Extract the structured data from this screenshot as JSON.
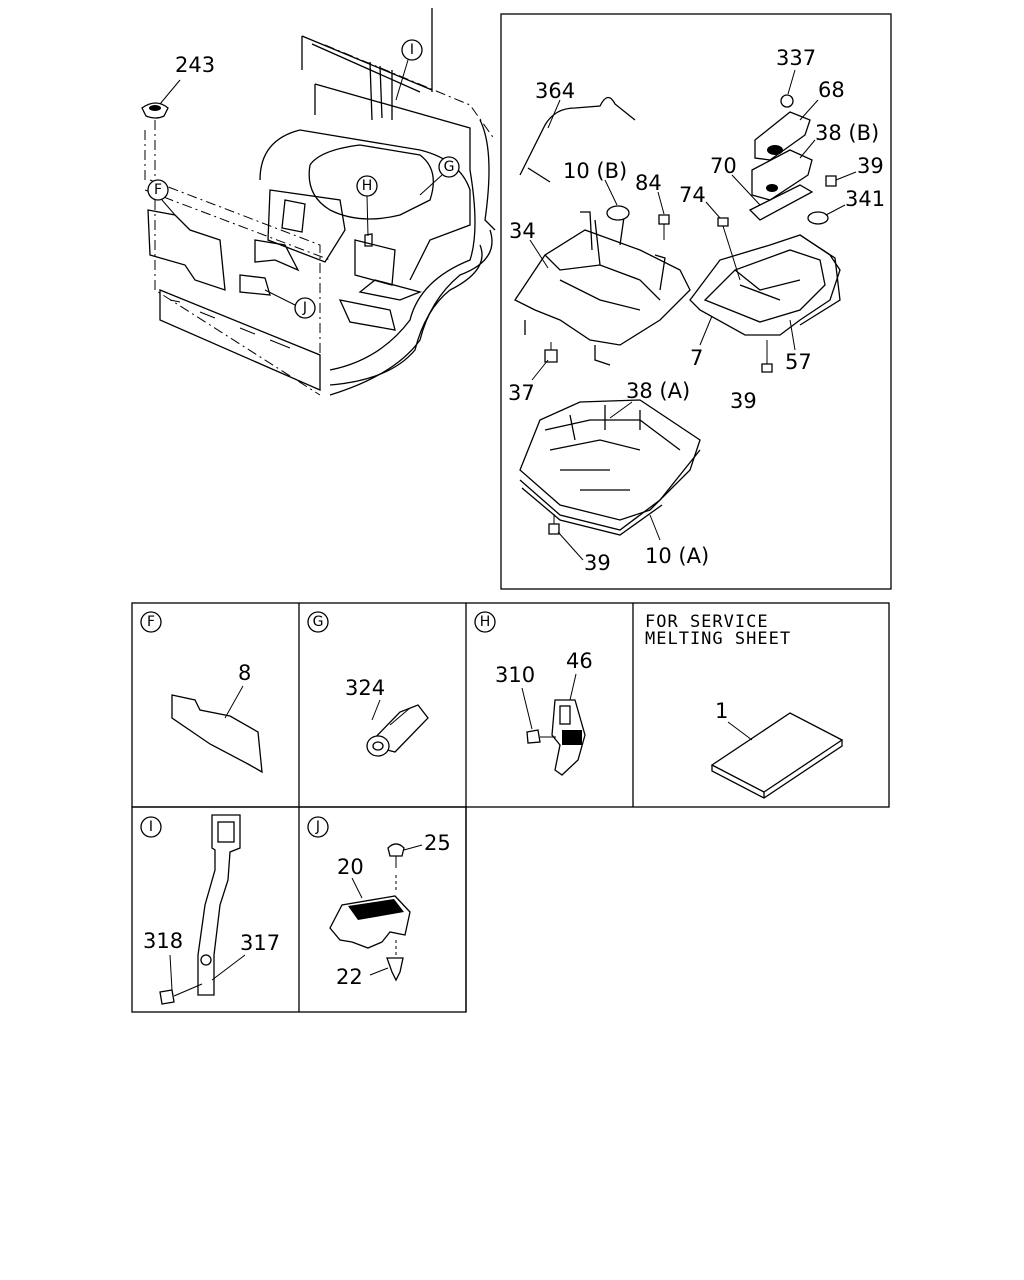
{
  "main": {
    "callouts": {
      "c243": "243",
      "c364": "364",
      "c337": "337",
      "c68": "68",
      "c38b": "38 (B)",
      "c39a": "39",
      "c70": "70",
      "c10b": "10 (B)",
      "c84": "84",
      "c74": "74",
      "c341": "341",
      "c34": "34",
      "c7": "7",
      "c57": "57",
      "c37": "37",
      "c38a": "38 (A)",
      "c39b": "39",
      "c39c": "39",
      "c10a": "10 (A)"
    },
    "refs": {
      "F": "F",
      "G": "G",
      "H": "H",
      "I": "I",
      "J": "J"
    }
  },
  "panels": {
    "F": {
      "ref": "F",
      "callouts": [
        "8"
      ]
    },
    "G": {
      "ref": "G",
      "callouts": [
        "324"
      ]
    },
    "H": {
      "ref": "H",
      "callouts": [
        "310",
        "46"
      ]
    },
    "service": {
      "line1": "FOR SERVICE",
      "line2": "MELTING SHEET",
      "callout": "1"
    },
    "I": {
      "ref": "I",
      "callouts": [
        "318",
        "317"
      ]
    },
    "J": {
      "ref": "J",
      "callouts": [
        "25",
        "20",
        "22"
      ]
    }
  }
}
